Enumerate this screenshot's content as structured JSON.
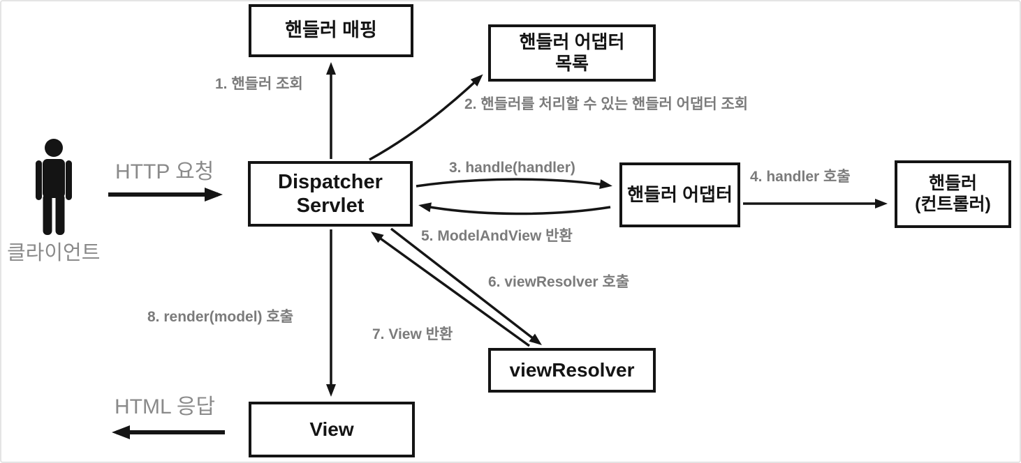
{
  "diagram": {
    "client": {
      "label": "클라이언트",
      "request_label": "HTTP 요청",
      "response_label": "HTML 응답"
    },
    "nodes": {
      "handler_mapping": {
        "label": "핸들러 매핑"
      },
      "handler_adapter_list": {
        "line1": "핸들러 어댑터",
        "line2": "목록"
      },
      "dispatcher_servlet": {
        "line1": "Dispatcher",
        "line2": "Servlet"
      },
      "handler_adapter": {
        "label": "핸들러 어댑터"
      },
      "handler_controller": {
        "line1": "핸들러",
        "line2": "(컨트롤러)"
      },
      "view_resolver": {
        "label": "viewResolver"
      },
      "view": {
        "label": "View"
      }
    },
    "steps": {
      "s1": "1. 핸들러 조회",
      "s2": "2. 핸들러를 처리할 수 있는 핸들러 어댑터 조회",
      "s3": "3. handle(handler)",
      "s4": "4. handler 호출",
      "s5": "5. ModelAndView 반환",
      "s6": "6. viewResolver 호출",
      "s7": "7. View 반환",
      "s8": "8. render(model) 호출"
    },
    "colors": {
      "box_border": "#141414",
      "step_label": "#7b7b7b",
      "client_label": "#8a8a8a",
      "arrow": "#151515",
      "background": "#ffffff"
    }
  }
}
